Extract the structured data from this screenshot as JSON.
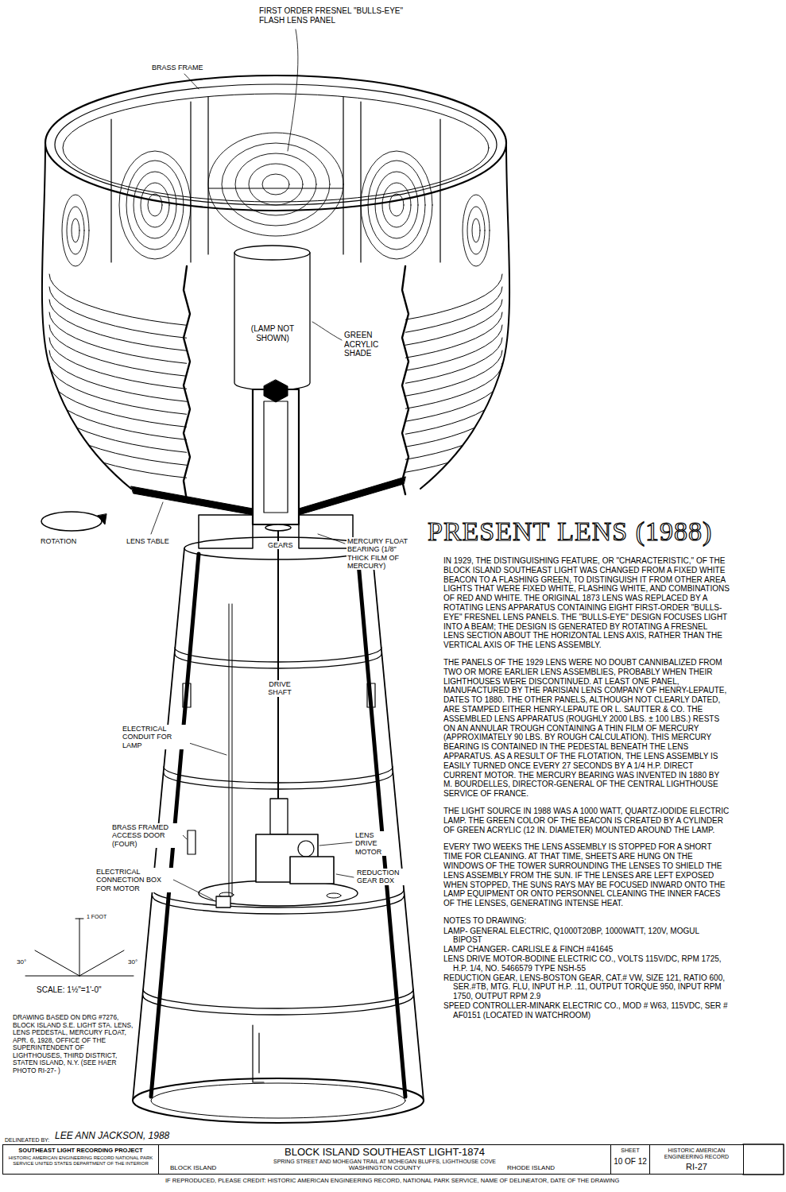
{
  "diagram": {
    "title": "PRESENT LENS (1988)",
    "nodes": [
      {
        "text": [
          "SOUTHEAST LIGHT RECORDING PROJECT",
          "HISTORIC AMERICAN ENGINEERING RECORD NATIONAL PARK SERVICE UNITED STATES DEPARTMENT OF THE INTERIOR"
        ]
      },
      {
        "text": [
          "BLOCK ISLAND SOUTHEAST LIGHT-1874",
          "SPRING STREET AND MOHEGAN TRAIL AT MOHEGAN BLUFFS, LIGHTHOUSE COVE",
          "BLOCK ISLAND",
          "WASHINGTON COUNTY",
          "RHODE ISLAND"
        ]
      },
      {
        "text": [
          "SHEET",
          "10 OF 12"
        ]
      },
      {
        "text": [
          "HISTORIC AMERICAN ENGINEERING RECORD",
          "RI-27"
        ]
      }
    ],
    "labels": [
      "FIRST ORDER FRESNEL \"BULLS-EYE\" FLASH LENS PANEL",
      "BRASS FRAME",
      "(LAMP NOT SHOWN)",
      "GREEN ACRYLIC SHADE",
      "ROTATION",
      "LENS TABLE",
      "GEARS",
      "MERCURY FLOAT BEARING (1/8\" THICK FILM OF MERCURY)",
      "DRIVE SHAFT",
      "ELECTRICAL CONDUIT FOR LAMP",
      "BRASS FRAMED ACCESS DOOR (FOUR)",
      "ELECTRICAL CONNECTION BOX FOR MOTOR",
      "LENS DRIVE MOTOR",
      "REDUCTION GEAR BOX",
      "1 FOOT",
      "30°",
      "30°",
      "SCALE: 1½\"=1'-0\"",
      "DRAWING BASED ON DRG #7276, BLOCK ISLAND S.E. LIGHT STA. LENS, LENS PEDESTAL, MERCURY FLOAT, APR. 6, 1928, OFFICE OF THE SUPERINTENDENT OF LIGHTHOUSES, THIRD DISTRICT, STATEN ISLAND, N.Y. (SEE HAER PHOTO RI-27- )",
      "IN 1929, THE DISTINGUISHING FEATURE, OR \"CHARACTERISTIC,\" OF THE BLOCK ISLAND SOUTHEAST LIGHT WAS CHANGED FROM A FIXED WHITE BEACON TO A FLASHING GREEN, TO DISTINGUISH IT FROM OTHER AREA LIGHTS THAT WERE FIXED WHITE, FLASHING WHITE, AND COMBINATIONS OF RED AND WHITE. THE ORIGINAL 1873 LENS WAS REPLACED BY A ROTATING LENS APPARATUS CONTAINING EIGHT FIRST-ORDER \"BULLS-EYE\" FRESNEL LENS PANELS. THE \"BULLS-EYE\" DESIGN FOCUSES LIGHT INTO A BEAM; THE DESIGN IS GENERATED BY ROTATING A FRESNEL LENS SECTION ABOUT THE HORIZONTAL LENS AXIS, RATHER THAN THE VERTICAL AXIS OF THE LENS ASSEMBLY.",
      "THE PANELS OF THE 1929 LENS WERE NO DOUBT CANNIBALIZED FROM TWO OR MORE EARLIER LENS ASSEMBLIES, PROBABLY WHEN THEIR LIGHTHOUSES WERE DISCONTINUED. AT LEAST ONE PANEL, MANUFACTURED BY THE PARISIAN LENS COMPANY OF HENRY-LEPAUTE, DATES TO 1880. THE OTHER PANELS, ALTHOUGH NOT CLEARLY DATED, ARE STAMPED EITHER HENRY-LEPAUTE OR L. SAUTTER & CO. THE ASSEMBLED LENS APPARATUS (ROUGHLY 2000 LBS. ± 100 LBS.) RESTS ON AN ANNULAR TROUGH CONTAINING A THIN FILM OF MERCURY (APPROXIMATELY 90 LBS. BY ROUGH CALCULATION). THIS MERCURY BEARING IS CONTAINED IN THE PEDESTAL BENEATH THE LENS APPARATUS. AS A RESULT OF THE FLOTATION, THE LENS ASSEMBLY IS EASILY TURNED ONCE EVERY 27 SECONDS BY A 1/4 H.P. DIRECT CURRENT MOTOR. THE MERCURY BEARING WAS INVENTED IN 1880 BY M. BOURDELLES, DIRECTOR-GENERAL OF THE CENTRAL LIGHTHOUSE SERVICE OF FRANCE.",
      "THE LIGHT SOURCE IN 1988 WAS A 1000 WATT, QUARTZ-IODIDE ELECTRIC LAMP. THE GREEN COLOR OF THE BEACON IS CREATED BY A CYLINDER OF GREEN ACRYLIC (12 IN. DIAMETER) MOUNTED AROUND THE LAMP.",
      "EVERY TWO WEEKS THE LENS ASSEMBLY IS STOPPED FOR A SHORT TIME FOR CLEANING. AT THAT TIME, SHEETS ARE HUNG ON THE WINDOWS OF THE TOWER SURROUNDING THE LENSES TO SHIELD THE LENS ASSEMBLY FROM THE SUN. IF THE LENSES ARE LEFT EXPOSED WHEN STOPPED, THE SUNS RAYS MAY BE FOCUSED INWARD ONTO THE LAMP EQUIPMENT OR ONTO PERSONNEL CLEANING THE INNER FACES OF THE LENSES, GENERATING INTENSE HEAT.",
      "NOTES TO DRAWING:",
      "LAMP- GENERAL ELECTRIC, Q1000T20BP, 1000WATT, 120V, MOGUL BIPOST",
      "LAMP CHANGER- CARLISLE & FINCH #41645",
      "LENS DRIVE MOTOR-BODINE ELECTRIC CO., VOLTS 115V/DC, RPM 1725, H.P. 1/4, NO. 5466579 TYPE NSH-55",
      "REDUCTION GEAR, LENS-BOSTON GEAR, CAT.# VW, SIZE 121, RATIO 600, SER.#TB, MTG. FLU, INPUT H.P. .11, OUTPUT TORQUE 950, INPUT RPM 1750, OUTPUT RPM 2.9",
      "SPEED CONTROLLER-MINARK ELECTRIC CO., MOD # W63, 115VDC, SER # AF0151 (LOCATED IN WATCHROOM)",
      "DELINEATED BY:",
      "LEE ANN JACKSON, 1988",
      "IF REPRODUCED, PLEASE CREDIT: HISTORIC AMERICAN ENGINEERING RECORD, NATIONAL PARK SERVICE, NAME OF DELINEATOR, DATE OF THE DRAWING"
    ]
  }
}
